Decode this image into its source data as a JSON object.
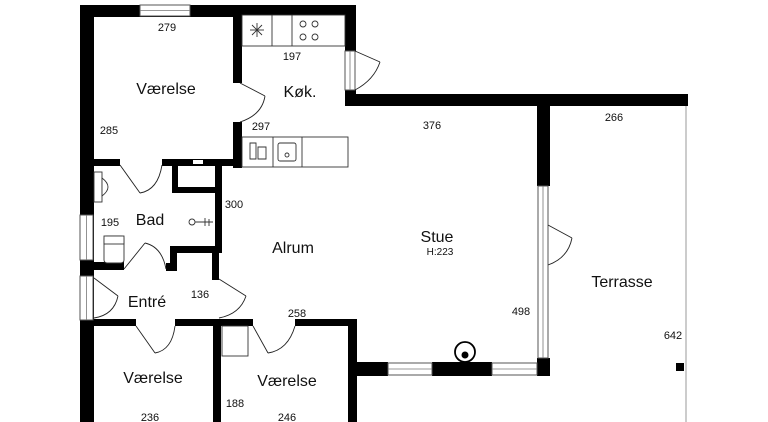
{
  "rooms": {
    "vaerelse_top": "Værelse",
    "kok": "Køk.",
    "bad": "Bad",
    "alrum": "Alrum",
    "stue": "Stue",
    "stue_height": "H:223",
    "entre": "Entré",
    "terrasse": "Terrasse",
    "vaerelse_bottom_left": "Værelse",
    "vaerelse_bottom_right": "Værelse"
  },
  "dimensions": {
    "d279": "279",
    "d197": "197",
    "d285": "285",
    "d297": "297",
    "d376": "376",
    "d266": "266",
    "d195": "195",
    "d300": "300",
    "d136": "136",
    "d258": "258",
    "d498": "498",
    "d642": "642",
    "d236": "236",
    "d188": "188",
    "d246": "246"
  }
}
